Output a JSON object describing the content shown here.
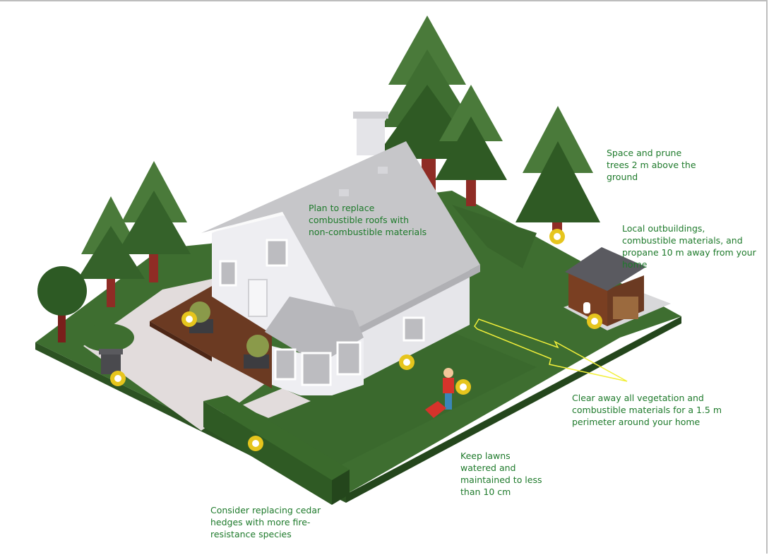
{
  "colors": {
    "label_text": "#1e7a2b",
    "hotspot_ring": "#e6c51d",
    "hotspot_center": "#ffffff",
    "lawn": "#3e6e30",
    "lawn_dark": "#2c5222",
    "hedge": "#2f5a24",
    "house_wall": "#eeeef2",
    "roof": "#c6c6c9",
    "deck": "#6b3a22",
    "driveway": "#e2dcdc",
    "tree_trunk": "#8f2c25",
    "arrow": "#f1ef3a"
  },
  "labels": {
    "trees": "Space and prune trees 2 m above the ground",
    "roof": "Plan to replace combustible roofs with non-combustible materials",
    "outbuildings": "Local outbuildings, combustible materials, and propane 10 m away from your home",
    "perimeter": "Clear away all vegetation and combustible materials for a 1.5 m perimeter around your home",
    "lawn": "Keep lawns watered and maintained to less than 10 cm",
    "hedges": "Consider replacing cedar hedges with more fire-resistance species"
  }
}
